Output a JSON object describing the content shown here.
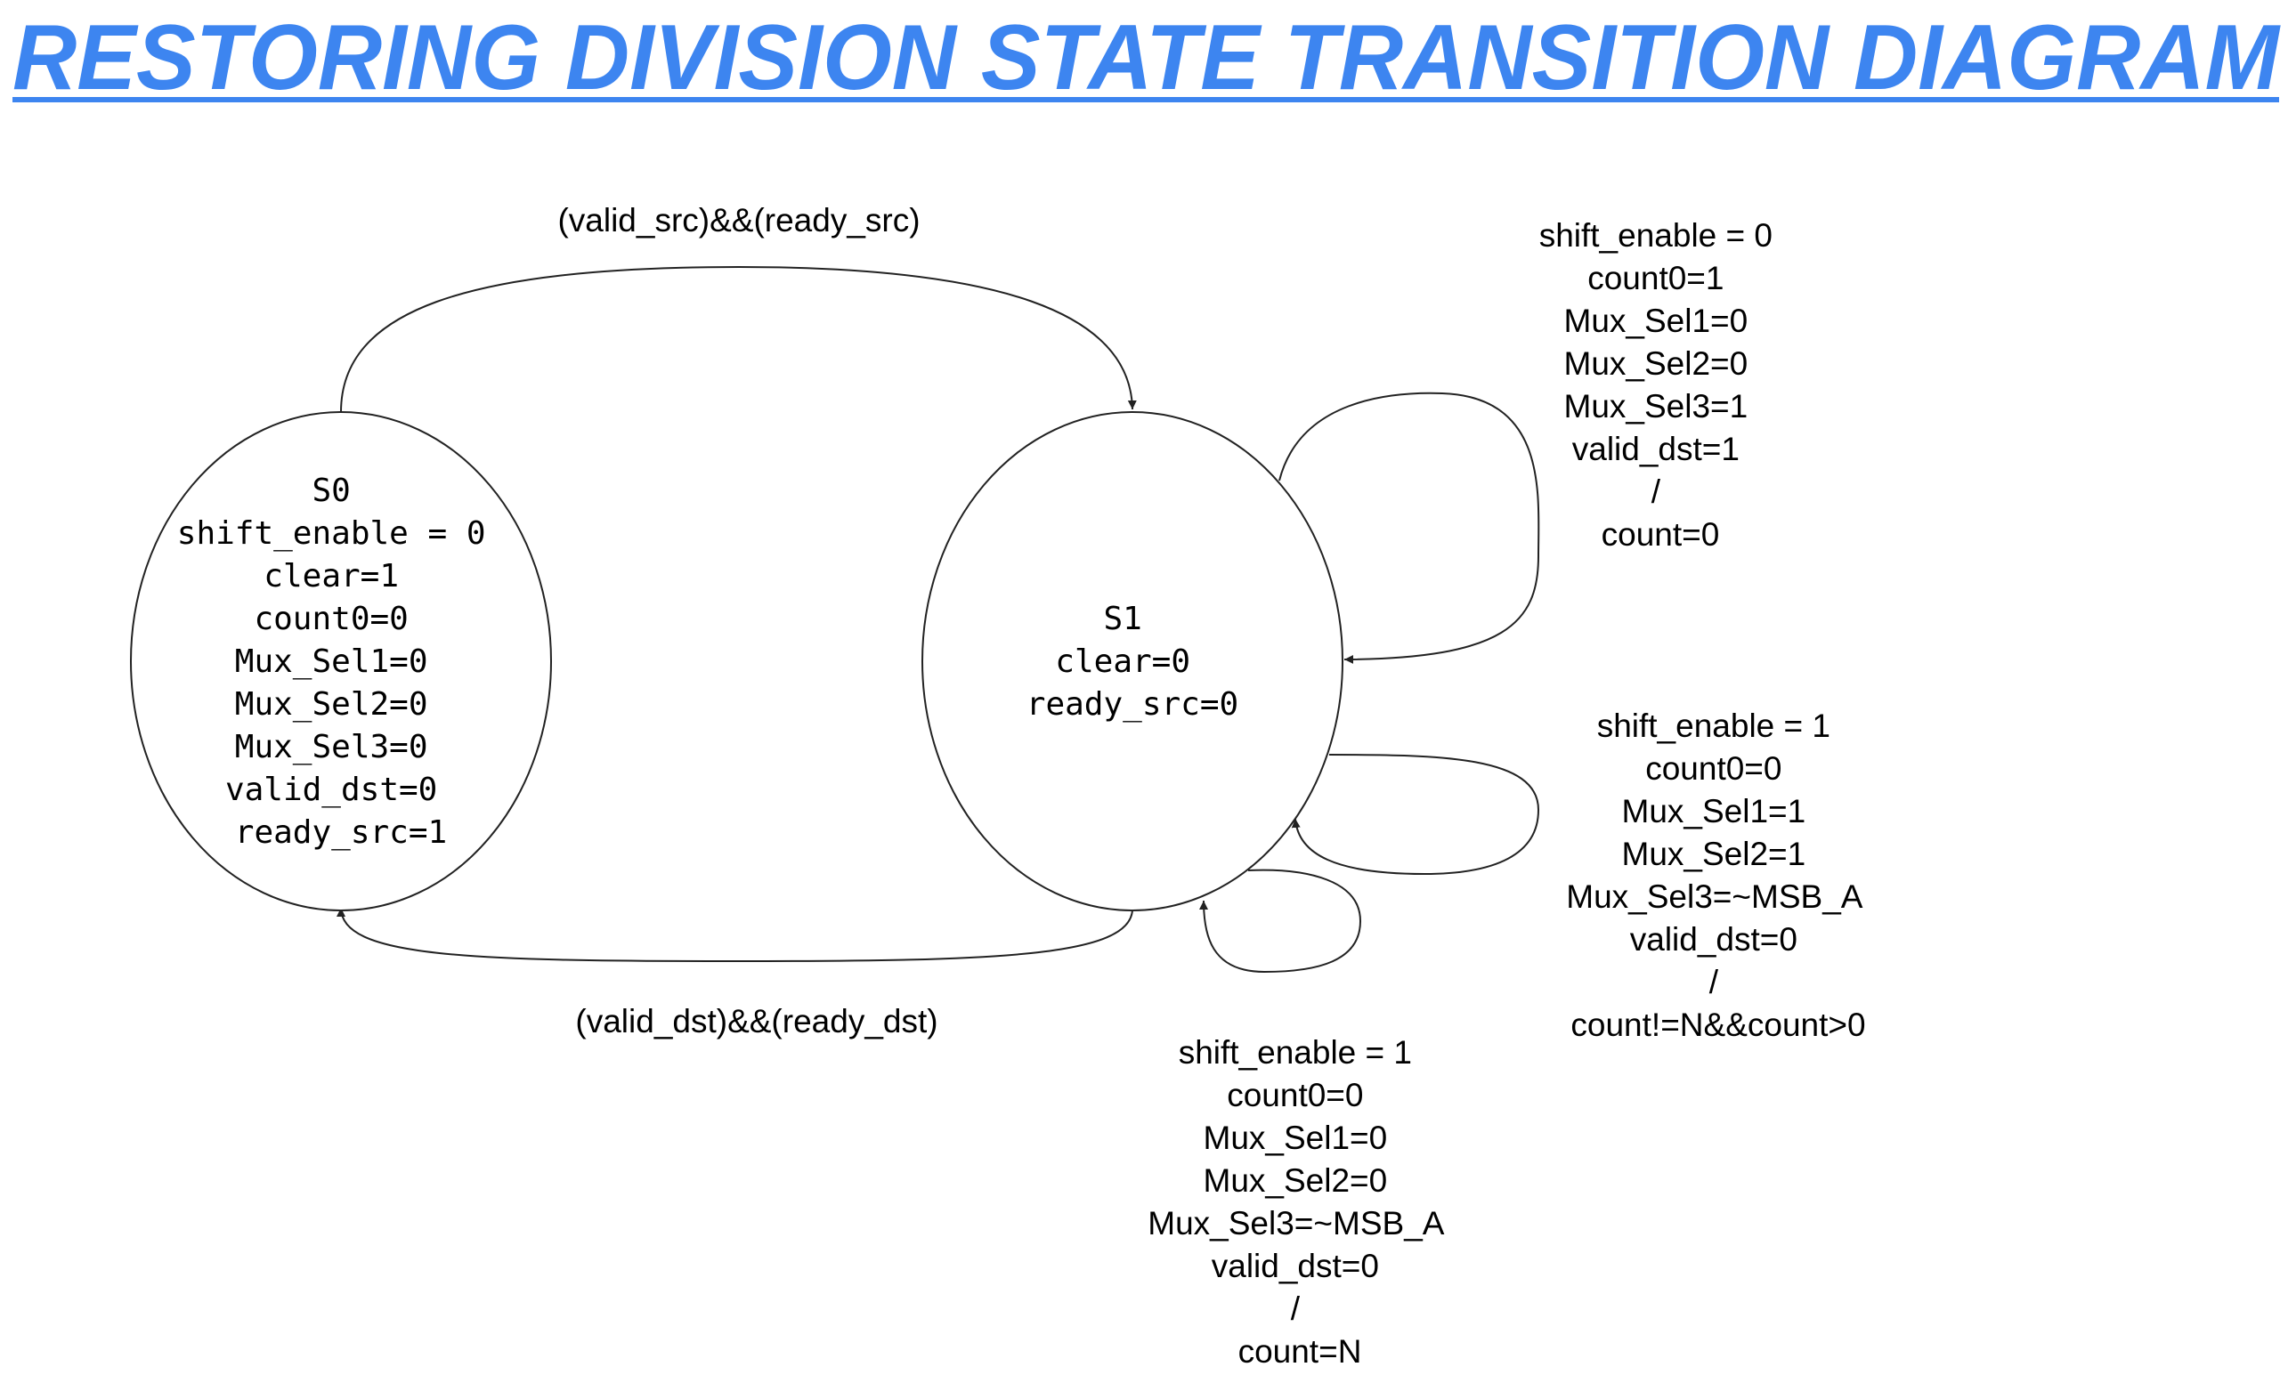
{
  "title": "RESTORING DIVISION STATE TRANSITION DIAGRAM",
  "colors": {
    "title": "#3d85f0",
    "stroke": "#222222"
  },
  "states": [
    {
      "id": "S0",
      "lines": [
        "S0",
        "shift_enable = 0",
        "clear=1",
        "count0=0",
        "Mux_Sel1=0",
        "Mux_Sel2=0",
        "Mux_Sel3=0",
        "valid_dst=0",
        "ready_src=1"
      ]
    },
    {
      "id": "S1",
      "lines": [
        "S1",
        "clear=0",
        "ready_src=0"
      ]
    }
  ],
  "transitions": [
    {
      "from": "S0",
      "to": "S1",
      "label": [
        "(valid_src)&&(ready_src)"
      ]
    },
    {
      "from": "S1",
      "to": "S0",
      "label": [
        "(valid_dst)&&(ready_dst)"
      ]
    },
    {
      "from": "S1",
      "to": "S1",
      "label": [
        "shift_enable = 0",
        "count0=1",
        "Mux_Sel1=0",
        "Mux_Sel2=0",
        "Mux_Sel3=1",
        "valid_dst=1",
        "/",
        "count=0"
      ]
    },
    {
      "from": "S1",
      "to": "S1",
      "label": [
        "shift_enable = 1",
        "count0=0",
        "Mux_Sel1=1",
        "Mux_Sel2=1",
        "Mux_Sel3=~MSB_A",
        "valid_dst=0",
        "/",
        "count!=N&&count>0"
      ]
    },
    {
      "from": "S1",
      "to": "S1",
      "label": [
        "shift_enable = 1",
        "count0=0",
        "Mux_Sel1=0",
        "Mux_Sel2=0",
        "Mux_Sel3=~MSB_A",
        "valid_dst=0",
        "/",
        "count=N"
      ]
    }
  ]
}
